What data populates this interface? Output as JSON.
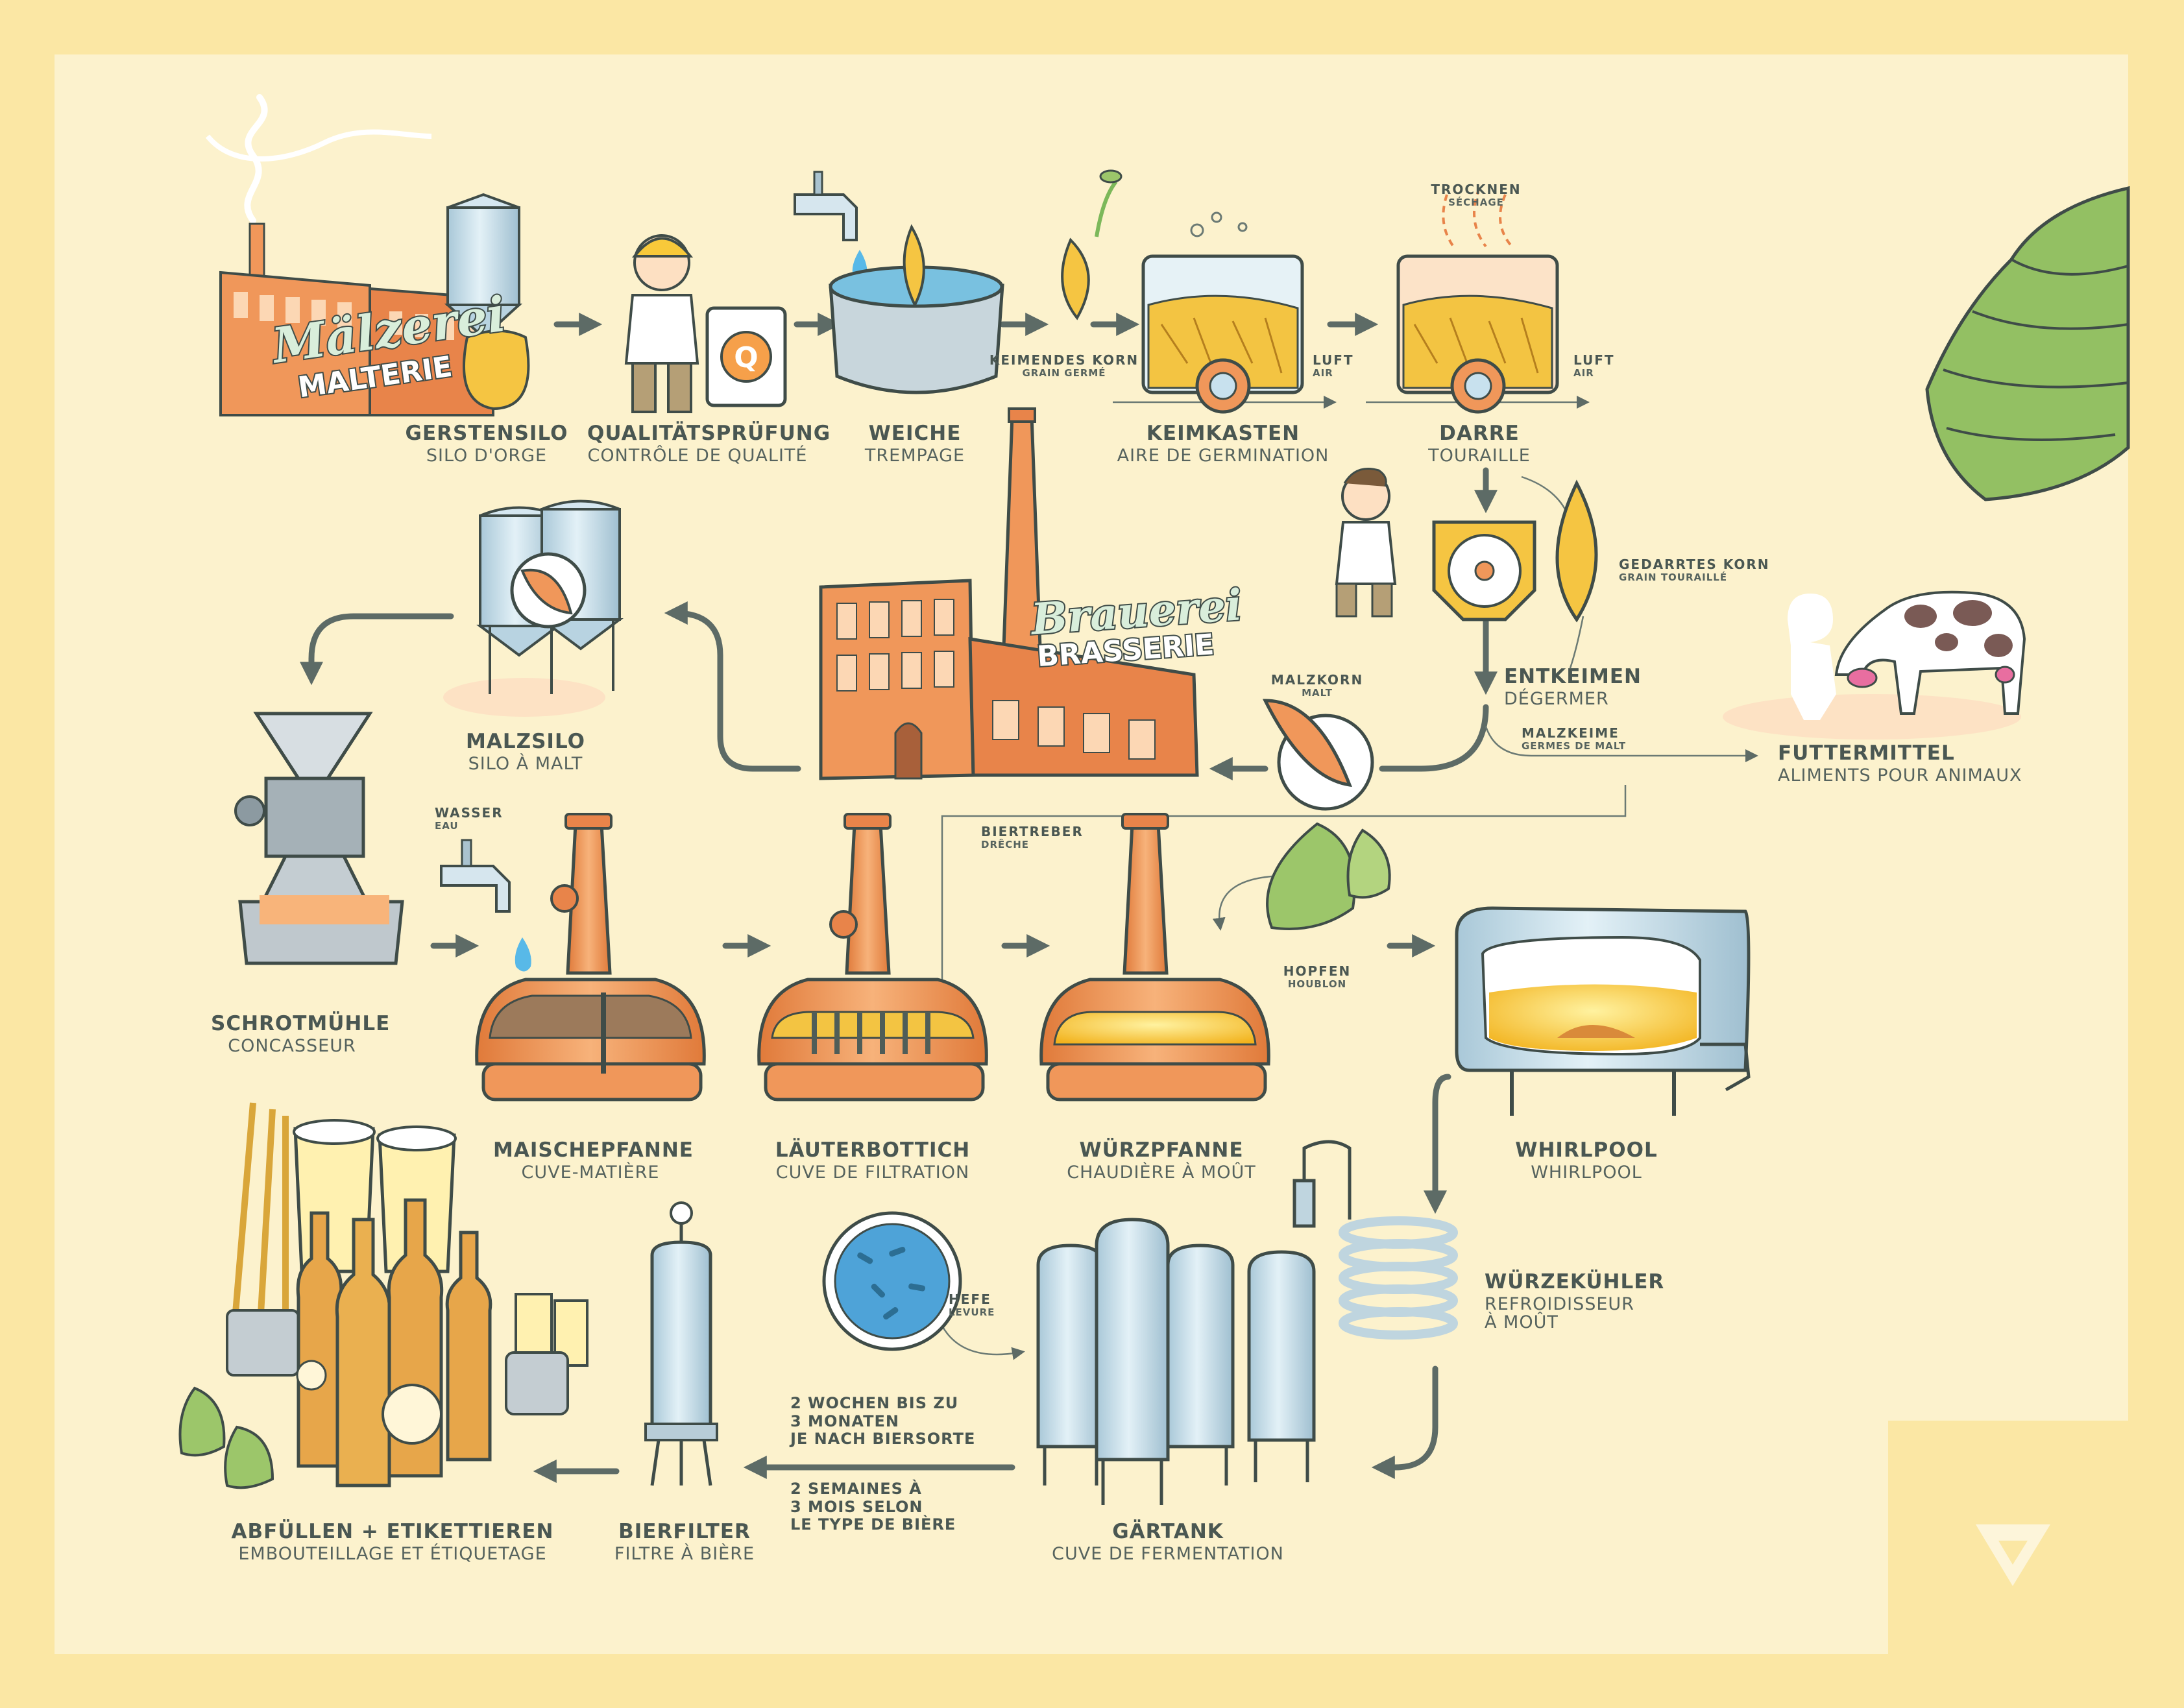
{
  "colors": {
    "background": "#fbe7a4",
    "panel": "#fcf2cd",
    "copper": "#f0975a",
    "steel": "#c9e0ec",
    "arrow": "#5d6b66",
    "text": "#4a5752",
    "malt": "#f5c542",
    "hop": "#9cc66a"
  },
  "logos": {
    "malting": {
      "de": "Mälzerei",
      "fr": "MALTERIE"
    },
    "brewery": {
      "de": "Brauerei",
      "fr": "BRASSERIE"
    }
  },
  "steps": {
    "barley_silo": {
      "de": "GERSTENSILO",
      "fr": "SILO D'ORGE"
    },
    "quality_check": {
      "de": "QUALITÄTSPRÜFUNG",
      "fr": "CONTRÔLE DE QUALITÉ"
    },
    "steeping": {
      "de": "WEICHE",
      "fr": "TREMPAGE"
    },
    "germination_box": {
      "de": "KEIMKASTEN",
      "fr": "AIRE DE GERMINATION"
    },
    "kiln": {
      "de": "DARRE",
      "fr": "TOURAILLE"
    },
    "degerming": {
      "de": "ENTKEIMEN",
      "fr": "DÉGERMER"
    },
    "malt_silo": {
      "de": "MALZSILO",
      "fr": "SILO À MALT"
    },
    "grist_mill": {
      "de": "SCHROTMÜHLE",
      "fr": "CONCASSEUR"
    },
    "mash_tun": {
      "de": "MAISCHEPFANNE",
      "fr": "CUVE-MATIÈRE"
    },
    "lauter_tun": {
      "de": "LÄUTERBOTTICH",
      "fr": "CUVE DE FILTRATION"
    },
    "wort_kettle": {
      "de": "WÜRZPFANNE",
      "fr": "CHAUDIÈRE À MOÛT"
    },
    "whirlpool": {
      "de": "WHIRLPOOL",
      "fr": "WHIRLPOOL"
    },
    "wort_cooler": {
      "de": "WÜRZEKÜHLER",
      "fr": "REFROIDISSEUR À MOÛT"
    },
    "fermentation_tank": {
      "de": "GÄRTANK",
      "fr": "CUVE DE FERMENTATION"
    },
    "beer_filter": {
      "de": "BIERFILTER",
      "fr": "FILTRE À BIÈRE"
    },
    "bottling": {
      "de": "ABFÜLLEN + ETIKETTIEREN",
      "fr": "EMBOUTEILLAGE ET ÉTIQUETAGE"
    },
    "animal_feed": {
      "de": "FUTTERMITTEL",
      "fr": "ALIMENTS POUR ANIMAUX"
    }
  },
  "small_labels": {
    "germinating_grain": {
      "de": "KEIMENDES KORN",
      "fr": "GRAIN GERMÉ"
    },
    "air_1": {
      "de": "LUFT",
      "fr": "AIR"
    },
    "air_2": {
      "de": "LUFT",
      "fr": "AIR"
    },
    "drying": {
      "de": "TROCKNEN",
      "fr": "SÉCHAGE"
    },
    "kilned_grain": {
      "de": "GEDARRTES KORN",
      "fr": "GRAIN TOURAILLÉ"
    },
    "malt_grain": {
      "de": "MALZKORN",
      "fr": "MALT"
    },
    "malt_sprouts": {
      "de": "MALZKEIME",
      "fr": "GERMES DE MALT"
    },
    "water": {
      "de": "WASSER",
      "fr": "EAU"
    },
    "spent_grain": {
      "de": "BIERTREBER",
      "fr": "DRÊCHE"
    },
    "hops": {
      "de": "HOPFEN",
      "fr": "HOUBLON"
    },
    "yeast": {
      "de": "HEFE",
      "fr": "LEVURE"
    }
  },
  "duration_note": {
    "de": "2 WOCHEN BIS ZU\n3 MONATEN\nJE NACH BIERSORTE",
    "fr": "2 SEMAINES À\n3 MOIS SELON\nLE TYPE DE BIÈRE"
  }
}
